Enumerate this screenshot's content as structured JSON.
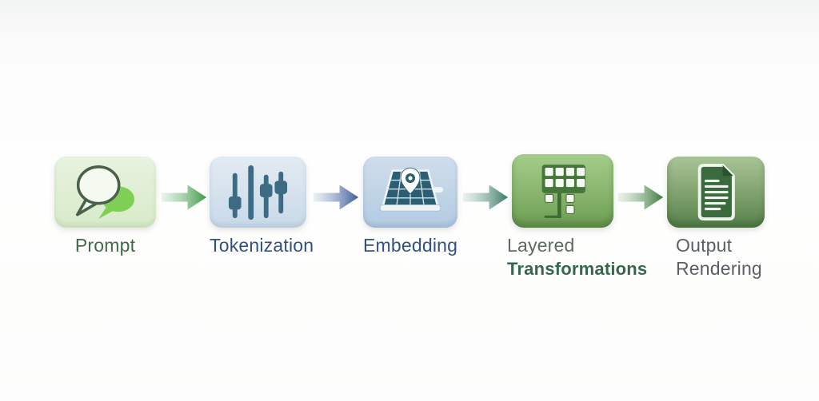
{
  "page": {
    "background_top": "#f2f4f3",
    "background_bottom": "#fbfcfb"
  },
  "diagram": {
    "type": "pipeline-flow",
    "description": "Five-stage horizontal flow diagram of an LLM pipeline with icon boxes connected by gradient arrows",
    "steps": [
      {
        "id": "prompt",
        "label_lines": [
          "Prompt"
        ],
        "label_colors": [
          "#3f6b47"
        ],
        "icon": "speech-bubbles-icon",
        "box_gradient": [
          "#e8f2e0",
          "#d7ebc8"
        ]
      },
      {
        "id": "tokenization",
        "label_lines": [
          "Tokenization"
        ],
        "label_colors": [
          "#33517e"
        ],
        "icon": "sliders-icon",
        "box_gradient": [
          "#e3ebf3",
          "#c8d9e9"
        ]
      },
      {
        "id": "embedding",
        "label_lines": [
          "Embedding"
        ],
        "label_colors": [
          "#33517e"
        ],
        "icon": "map-grid-pin-icon",
        "box_gradient": [
          "#cfddec",
          "#b2cbe2"
        ]
      },
      {
        "id": "layered-transformations",
        "label_lines": [
          "Layered",
          "Transformations"
        ],
        "label_colors": [
          "#5e6a63",
          "#35684c"
        ],
        "icon": "grid-tree-icon",
        "box_gradient": [
          "#a5cd8a",
          "#6b9c52"
        ]
      },
      {
        "id": "output-rendering",
        "label_lines": [
          "Output",
          "Rendering"
        ],
        "label_colors": [
          "#5a6065",
          "#5a6065"
        ],
        "icon": "document-icon",
        "box_gradient": [
          "#a9c497",
          "#56804a"
        ]
      }
    ],
    "arrows": [
      {
        "from": "prompt",
        "to": "tokenization",
        "gradient": [
          "#d9ead6",
          "#3c9a4a"
        ]
      },
      {
        "from": "tokenization",
        "to": "embedding",
        "gradient": [
          "#dde4ee",
          "#3b5c9a"
        ]
      },
      {
        "from": "embedding",
        "to": "layered-transformations",
        "gradient": [
          "#dce7e2",
          "#3a7a66"
        ]
      },
      {
        "from": "layered-transformations",
        "to": "output-rendering",
        "gradient": [
          "#dcead8",
          "#3d7a42"
        ]
      }
    ]
  }
}
